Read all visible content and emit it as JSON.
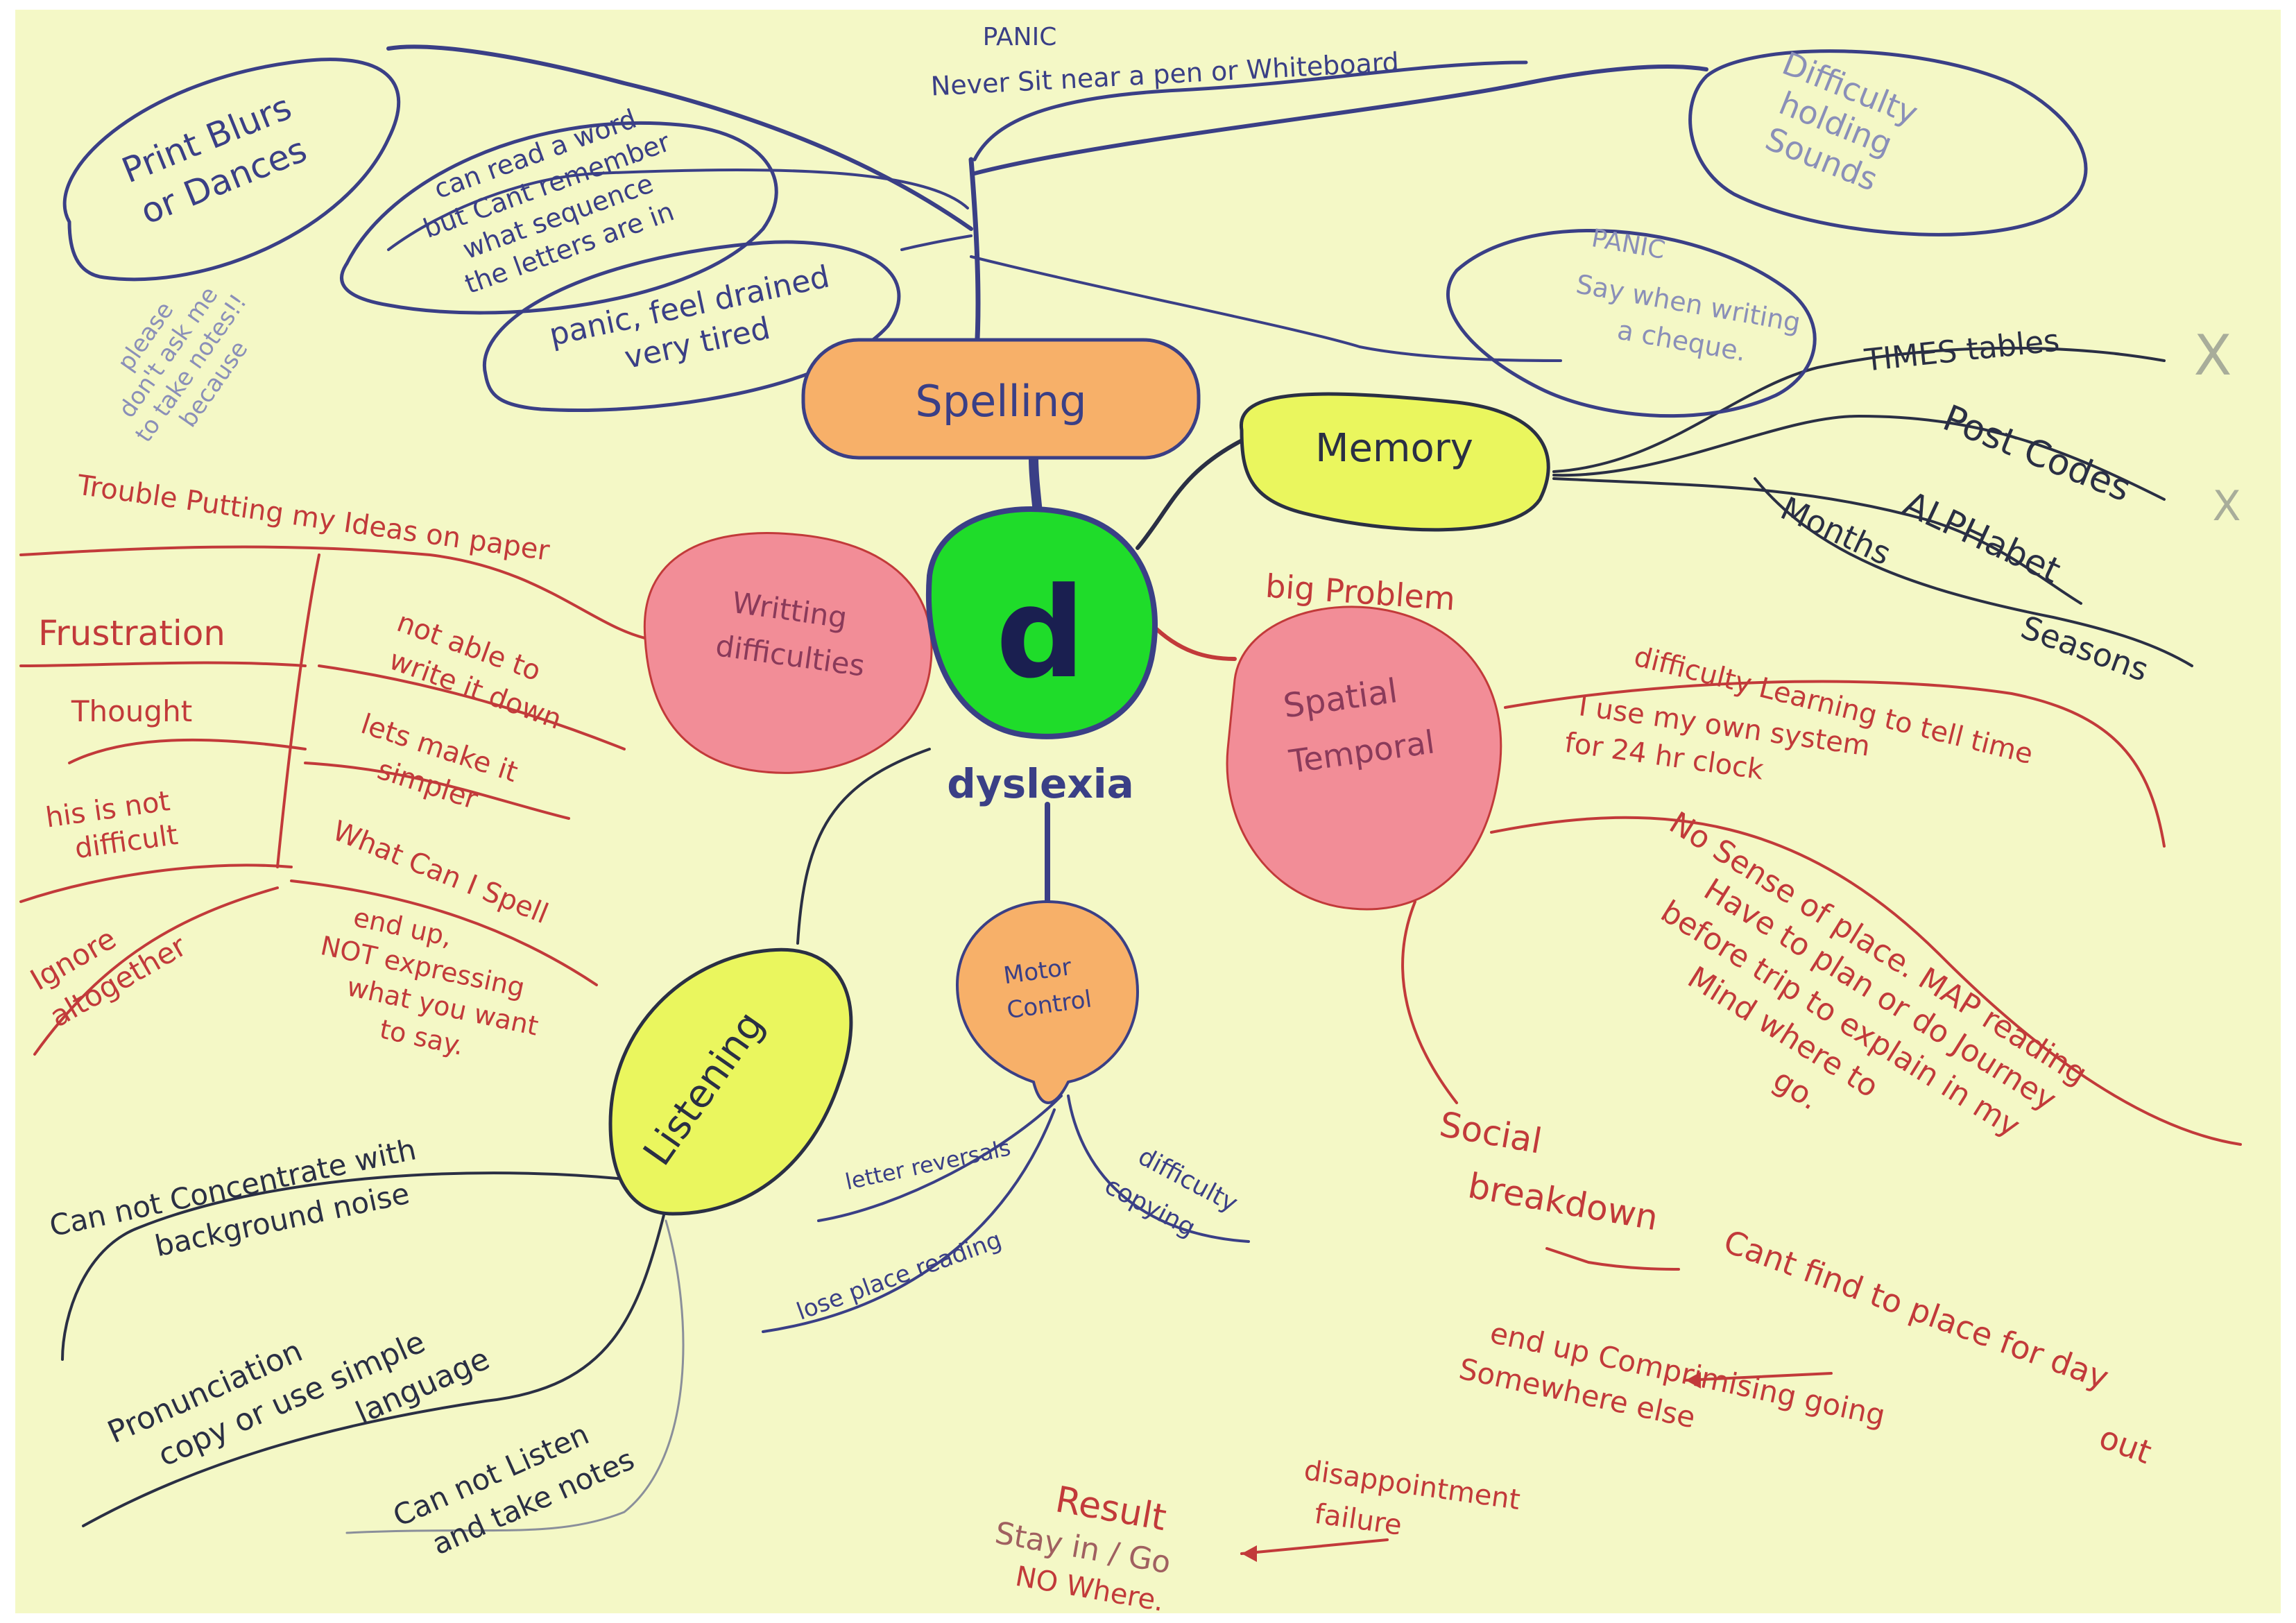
{
  "center": {
    "letter": "d",
    "label": "dyslexia"
  },
  "spelling": {
    "label": "Spelling",
    "panic_top_title": "PANIC",
    "panic_top_text": "Never Sit near a pen or Whiteboard",
    "print_blurs": [
      "Print Blurs",
      "or Dances"
    ],
    "can_read": [
      "can read a word",
      "but Cant remember",
      "what sequence",
      "the letters are in"
    ],
    "panic_drained": [
      "panic, feel drained",
      "very tired"
    ],
    "holding_sounds": [
      "Difficulty",
      "holding",
      "Sounds"
    ],
    "panic_cheque_title": "PANIC",
    "panic_cheque": [
      "Say when writing",
      "a cheque."
    ],
    "margin_note": [
      "please",
      "don't ask me",
      "to take notes!!",
      "because"
    ]
  },
  "memory": {
    "label": "Memory",
    "items": [
      "TIMES tables",
      "Post Codes",
      "ALPHabet",
      "Months",
      "Seasons"
    ],
    "marks": [
      "X",
      "X"
    ]
  },
  "writing": {
    "label": [
      "Writting",
      "difficulties"
    ],
    "trouble": "Trouble Putting my Ideas on paper",
    "frustration": "Frustration",
    "thought": "Thought",
    "not_difficult": [
      "his is not",
      "difficult"
    ],
    "ignore": [
      "Ignore",
      "altogether"
    ],
    "not_able": [
      "not able to",
      "write it down"
    ],
    "make_simpler": [
      "lets make it",
      "simpler"
    ],
    "what_can_spell": "What Can I Spell",
    "end_up": [
      "end up,",
      "NOT expressing",
      "what you want",
      "to say."
    ]
  },
  "spatial": {
    "label": [
      "Spatial",
      "Temporal"
    ],
    "big_problem": "big Problem",
    "difficulty_time": "difficulty Learning to tell time",
    "own_system": [
      "I use my own system",
      "for 24 hr clock"
    ],
    "no_sense": "No Sense of place. MAP reading",
    "have_to_plan": [
      "Have to plan or do Journey",
      "before trip to explain in my",
      "Mind where to",
      "go."
    ],
    "social": [
      "Social",
      "breakdown"
    ],
    "cant_find": [
      "Cant find to place for day",
      "out"
    ],
    "comprimising": [
      "end up Comprimising going",
      "Somewhere else"
    ],
    "disappointment": [
      "disappointment",
      "failure"
    ],
    "result": [
      "Result",
      "Stay in / Go",
      "NO Where."
    ]
  },
  "motor": {
    "label": [
      "Motor",
      "Control"
    ],
    "letter_reversals": "letter reversals",
    "difficulty_copying": [
      "difficulty",
      "copying"
    ],
    "lose_place": "lose place reading"
  },
  "listening": {
    "label": "Listening",
    "concentrate": [
      "Can not Concentrate with",
      "background noise"
    ],
    "pronunciation": [
      "Pronunciation",
      "copy or use simple",
      "language"
    ],
    "listen_notes": [
      "Can not Listen",
      "and take notes"
    ]
  },
  "colors": {
    "paper": "#f4f8c6",
    "ink_blue": "#3a3f86",
    "ink_red": "#c23a3a",
    "orange": "#f7b069",
    "pink": "#f28d97",
    "yellow": "#eaf65e",
    "green": "#1fdc2a"
  }
}
